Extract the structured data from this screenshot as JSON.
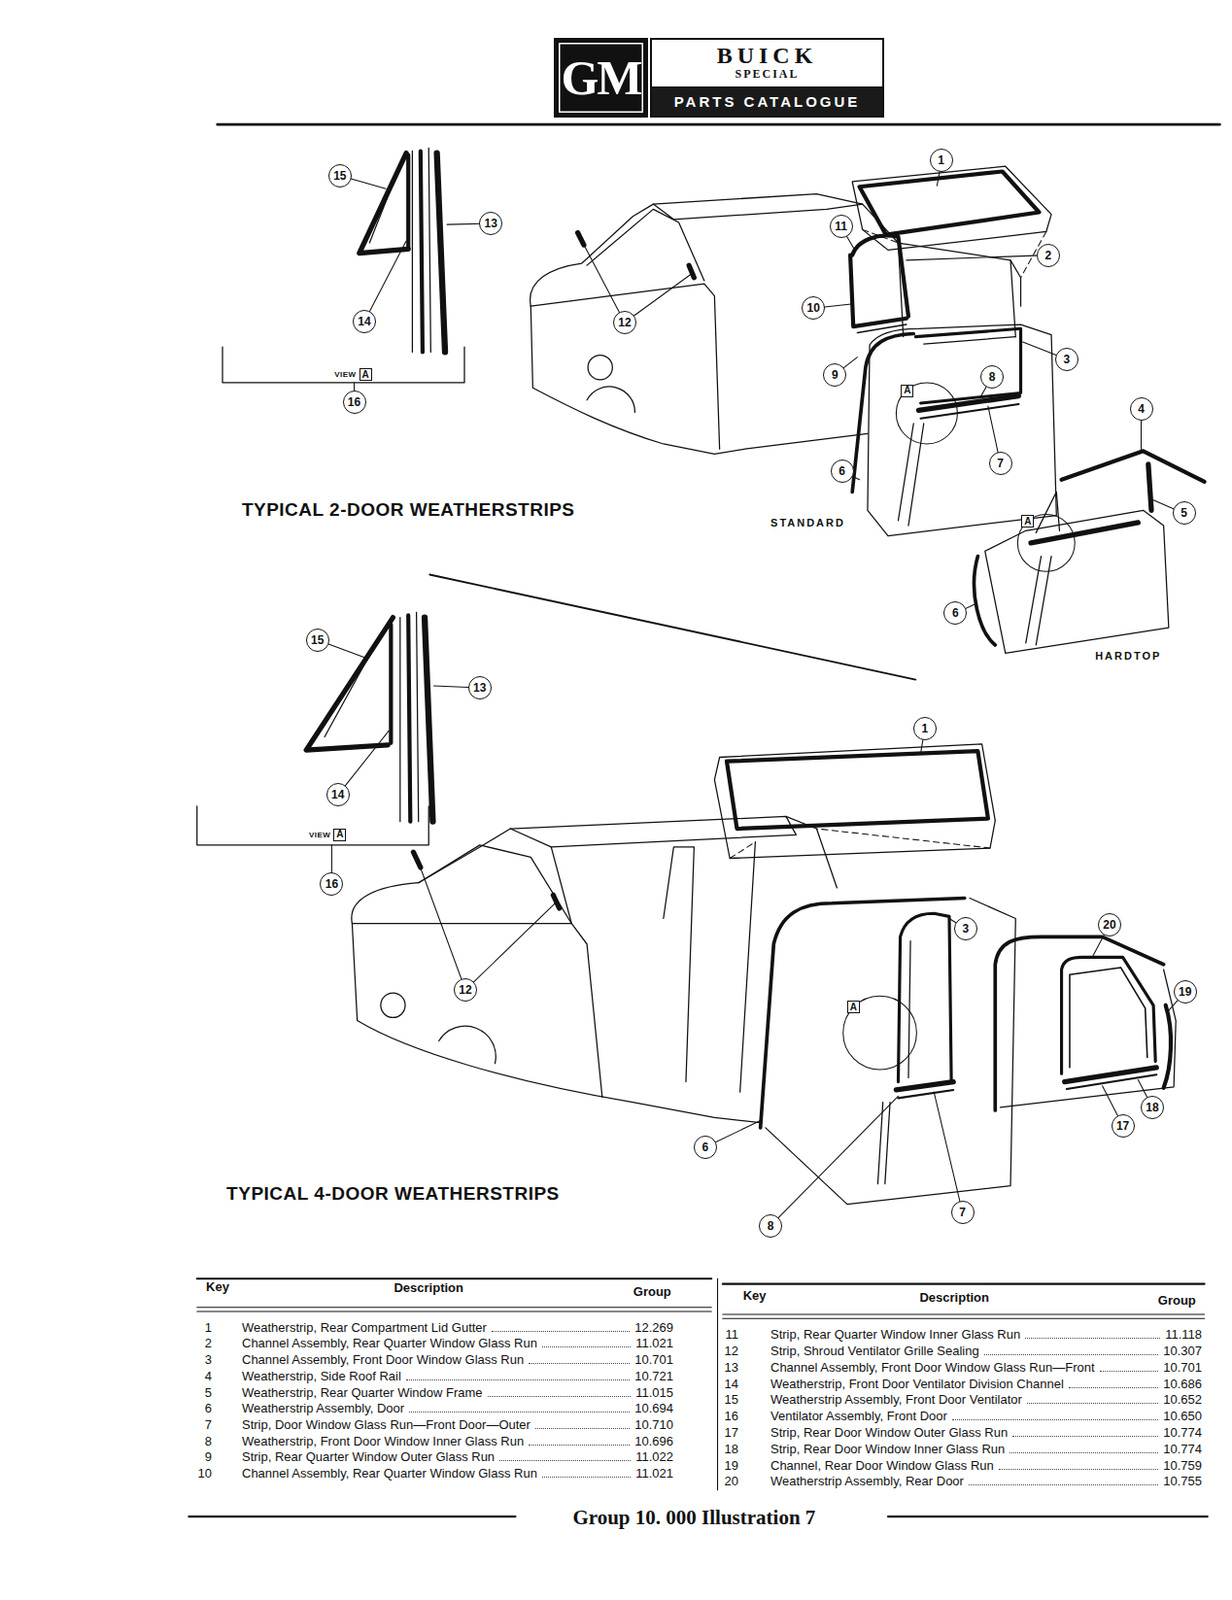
{
  "diagram": {
    "caption": "Group 10. 000 Illustration 7",
    "nodes": [
      {
        "text": [
          "GM"
        ]
      },
      {
        "text": [
          "BUICK",
          "SPECIAL"
        ]
      },
      {
        "text": [
          "PARTS CATALOGUE"
        ],
        "in": 1
      },
      {
        "text": [
          "1"
        ]
      },
      {
        "text": [
          "15"
        ]
      },
      {
        "text": [
          "13"
        ]
      },
      {
        "text": [
          "11"
        ]
      },
      {
        "text": [
          "2"
        ]
      },
      {
        "text": [
          "10"
        ]
      },
      {
        "text": [
          "14"
        ]
      },
      {
        "text": [
          "12"
        ]
      },
      {
        "text": [
          "3"
        ]
      },
      {
        "text": [
          "A"
        ]
      },
      {
        "text": [
          "9"
        ]
      },
      {
        "text": [
          "8"
        ]
      },
      {
        "text": [
          "A"
        ]
      },
      {
        "text": [
          "16"
        ]
      },
      {
        "text": [
          "4"
        ]
      },
      {
        "text": [
          "7"
        ]
      },
      {
        "text": [
          "6"
        ]
      },
      {
        "text": [
          "5"
        ]
      },
      {
        "text": [
          "A"
        ]
      },
      {
        "text": [
          "6"
        ]
      },
      {
        "text": [
          "15"
        ]
      },
      {
        "text": [
          "13"
        ]
      },
      {
        "text": [
          "1"
        ]
      },
      {
        "text": [
          "14"
        ]
      },
      {
        "text": [
          "A"
        ]
      },
      {
        "text": [
          "16"
        ]
      },
      {
        "text": [
          "20"
        ]
      },
      {
        "text": [
          "3"
        ]
      },
      {
        "text": [
          "12"
        ]
      },
      {
        "text": [
          "19"
        ]
      },
      {
        "text": [
          "A"
        ]
      },
      {
        "text": [
          "18"
        ]
      },
      {
        "text": [
          "17"
        ]
      },
      {
        "text": [
          "6"
        ]
      },
      {
        "text": [
          "7"
        ]
      },
      {
        "text": [
          "8"
        ]
      }
    ],
    "labels": [
      "TYPICAL 2-DOOR WEATHERSTRIPS",
      "STANDARD",
      "HARDTOP",
      "VIEW",
      "TYPICAL 4-DOOR WEATHERSTRIPS",
      "VIEW",
      "Key",
      "Description",
      "Group",
      "Key",
      "Description",
      "Group",
      "1",
      "Weatherstrip, Rear Compartment Lid Gutter",
      "12.269",
      "2",
      "Channel Assembly, Rear Quarter Window Glass Run",
      "11.021",
      "3",
      "Channel Assembly, Front Door Window Glass Run",
      "10.701",
      "4",
      "Weatherstrip, Side Roof Rail",
      "10.721",
      "5",
      "Weatherstrip, Rear Quarter Window Frame",
      "11.015",
      "6",
      "Weatherstrip Assembly, Door",
      "10.694",
      "7",
      "Strip, Door Window Glass Run—Front Door—Outer",
      "10.710",
      "8",
      "Weatherstrip, Front Door Window Inner Glass Run",
      "10.696",
      "9",
      "Strip, Rear Quarter Window Outer Glass Run",
      "11.022",
      "10",
      "Channel Assembly, Rear Quarter Window Glass Run",
      "11.021",
      "11",
      "Strip, Rear Quarter Window Inner Glass Run",
      "11.118",
      "12",
      "Strip, Shroud Ventilator Grille Sealing",
      "10.307",
      "13",
      "Channel Assembly, Front Door Window Glass Run—Front",
      "10.701",
      "14",
      "Weatherstrip, Front Door Ventilator Division Channel",
      "10.686",
      "15",
      "Weatherstrip Assembly, Front Door Ventilator",
      "10.652",
      "16",
      "Ventilator Assembly, Front Door",
      "10.650",
      "17",
      "Strip, Rear Door Window Outer Glass Run",
      "10.774",
      "18",
      "Strip, Rear Door Window Inner Glass Run",
      "10.774",
      "19",
      "Channel, Rear Door Window Glass Run",
      "10.759",
      "20",
      "Weatherstrip Assembly, Rear Door",
      "10.755"
    ]
  }
}
